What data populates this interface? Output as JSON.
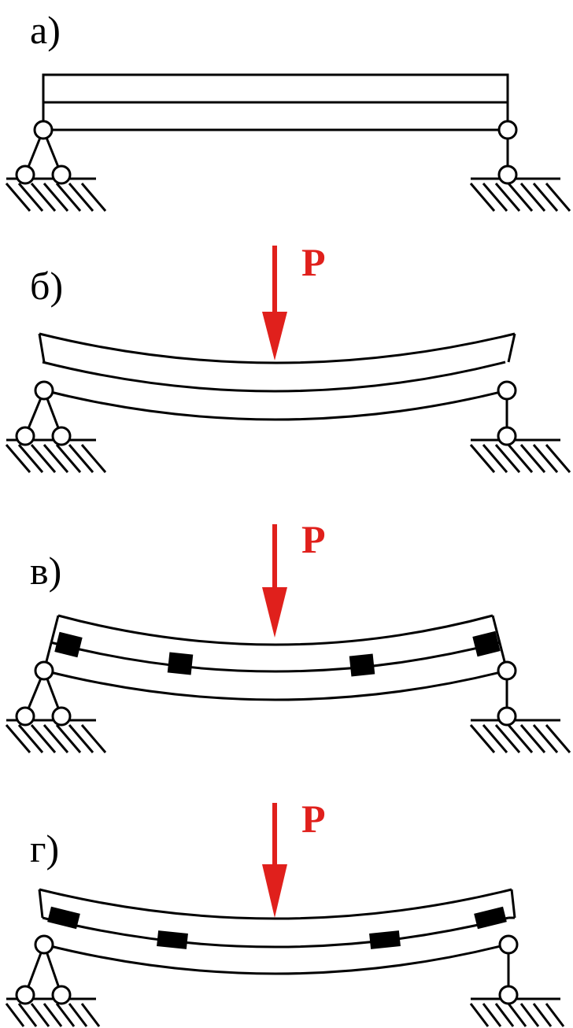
{
  "panels": [
    {
      "id": "a",
      "label": "а)",
      "load_label": ""
    },
    {
      "id": "b",
      "label": "б)",
      "load_label": "P"
    },
    {
      "id": "v",
      "label": "в)",
      "load_label": "P"
    },
    {
      "id": "g",
      "label": "г)",
      "load_label": "P"
    }
  ],
  "colors": {
    "line": "#000000",
    "load": "#e0201c",
    "fill": "#ffffff",
    "block": "#000000"
  }
}
